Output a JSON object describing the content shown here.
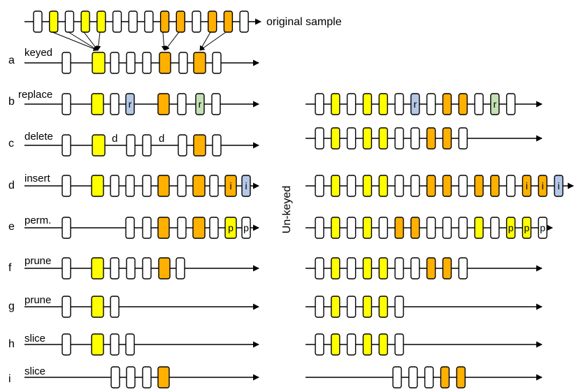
{
  "title": "original sample",
  "side_label": "Un-keyed",
  "colors": {
    "white": "#ffffff",
    "yellow": "#ffff00",
    "orange": "#ffb000",
    "blue": "#b4c7e7",
    "green": "#c5e0b4",
    "stroke": "#000000"
  },
  "rows": [
    {
      "letter": "a",
      "op": "keyed"
    },
    {
      "letter": "b",
      "op": "replace"
    },
    {
      "letter": "c",
      "op": "delete"
    },
    {
      "letter": "d",
      "op": "insert"
    },
    {
      "letter": "e",
      "op": "perm."
    },
    {
      "letter": "f",
      "op": "prune"
    },
    {
      "letter": "g",
      "op": "prune"
    },
    {
      "letter": "h",
      "op": "slice"
    },
    {
      "letter": "i",
      "op": "slice"
    }
  ],
  "tags": {
    "r": "r",
    "d": "d",
    "i": "i",
    "p": "p"
  }
}
